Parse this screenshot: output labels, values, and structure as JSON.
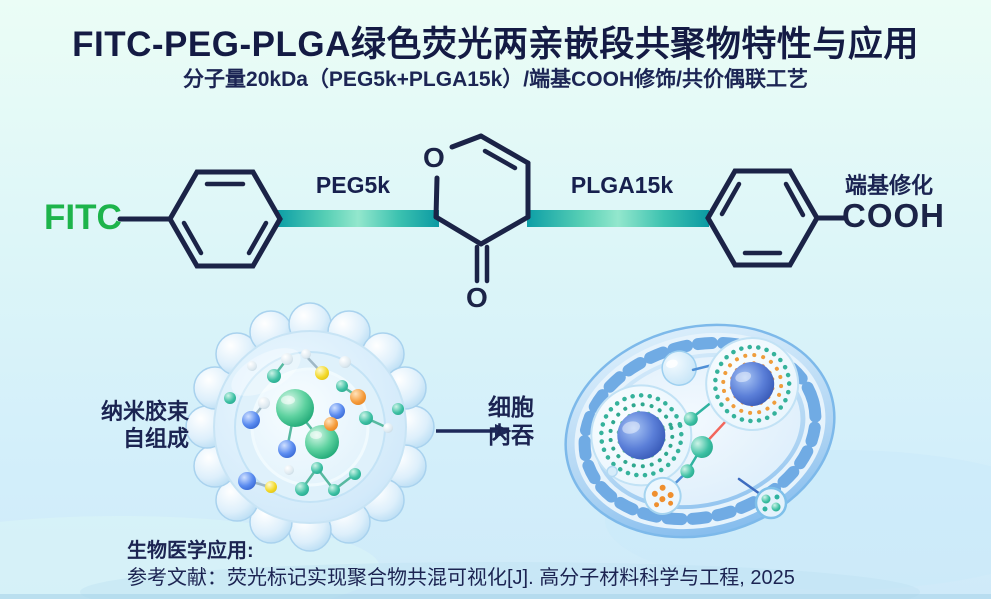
{
  "header": {
    "title": "FITC-PEG-PLGA绿色荧光两亲嵌段共聚物特性与应用",
    "subtitle": "分子量20kDa（PEG5k+PLGA15k）/端基COOH修饰/共价偶联工艺"
  },
  "structure": {
    "fitc": "FITC",
    "peg": "PEG5k",
    "plga": "PLGA15k",
    "end_group": "端基修化",
    "cooh": "COOH",
    "ring_oxygen": "O",
    "ketone_oxygen": "O"
  },
  "process": {
    "micelle_line1": "纳米胶束",
    "micelle_line2": "自组成",
    "cell_line1": "细胞",
    "cell_line2": "内吞"
  },
  "footer": {
    "application": "生物医学应用:",
    "reference": "参考文献：荧光标记实现聚合物共混可视化[J]. 高分子材料科学与工程, 2025"
  },
  "colors": {
    "text_navy": "#1b2452",
    "fitc_green": "#1db44b",
    "bond_navy": "#1b2347",
    "linker_teal_dark": "#0c9ea6",
    "linker_teal_light": "#93e7cd",
    "background_top": "#ebfdf6",
    "background_bottom": "#cfeaf9"
  }
}
